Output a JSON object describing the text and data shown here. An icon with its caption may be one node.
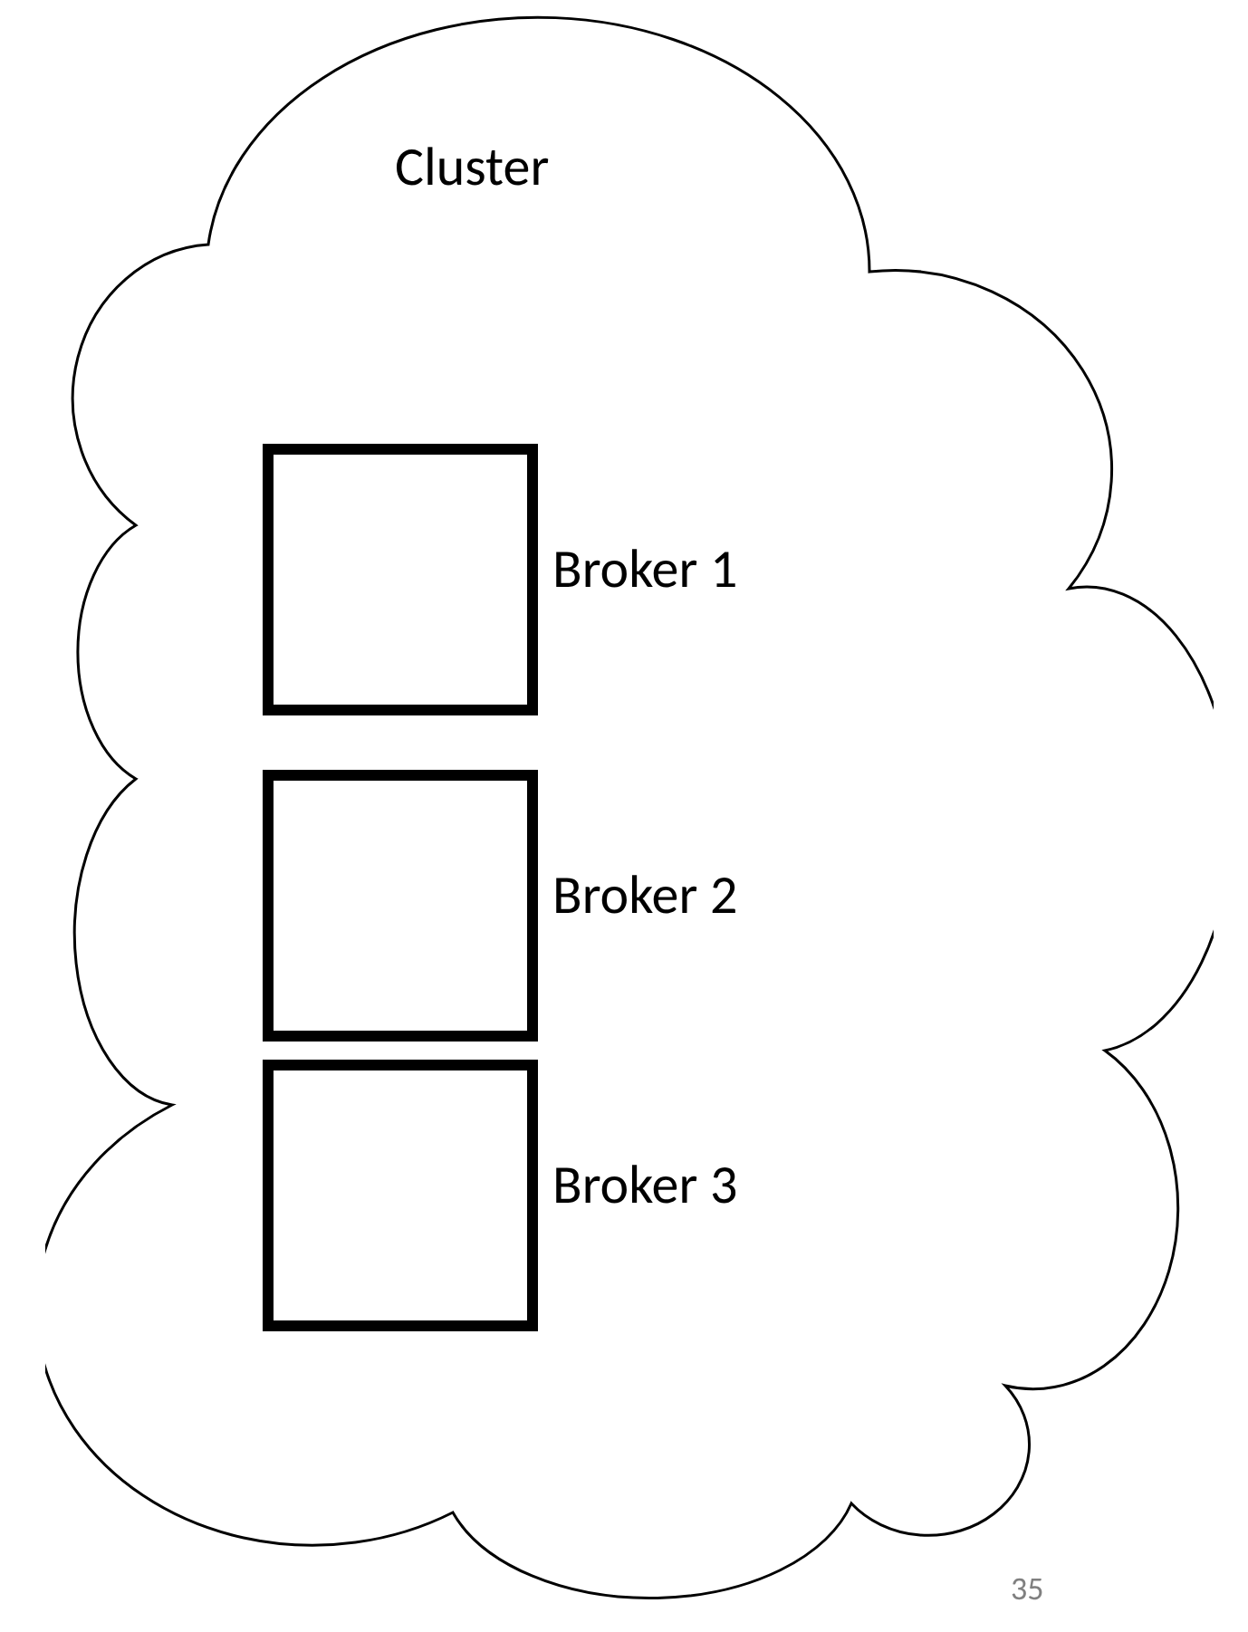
{
  "diagram": {
    "nodes": [
      {
        "text": [
          "Cluster"
        ]
      },
      {
        "text": [],
        "shape": "box",
        "in": 0,
        "beside": [
          "Broker 1"
        ]
      },
      {
        "text": [],
        "shape": "box",
        "in": 0,
        "beside": [
          "Broker 2"
        ]
      },
      {
        "text": [],
        "shape": "box",
        "in": 0,
        "beside": [
          "Broker 3"
        ]
      }
    ],
    "labels": [
      "35"
    ]
  }
}
